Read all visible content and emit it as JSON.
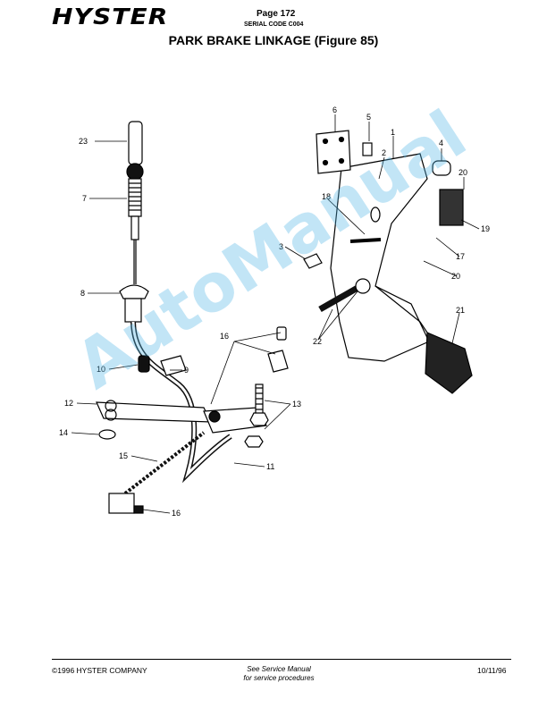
{
  "header": {
    "logo": "HYSTER",
    "page_label": "Page 172",
    "serial": "SERIAL CODE C004",
    "title": "PARK BRAKE LINKAGE (Figure 85)"
  },
  "figure": {
    "callouts": {
      "c23": "23",
      "c7": "7",
      "c8": "8",
      "c10": "10",
      "c9": "9",
      "c12": "12",
      "c14": "14",
      "c15": "15",
      "c16a": "16",
      "c16b": "16",
      "c11": "11",
      "c13": "13",
      "c6": "6",
      "c5": "5",
      "c1": "1",
      "c2": "2",
      "c4": "4",
      "c20a": "20",
      "c18": "18",
      "c19": "19",
      "c3": "3",
      "c17": "17",
      "c20b": "20",
      "c21": "21",
      "c22": "22"
    },
    "watermark": "AutoManual"
  },
  "footer": {
    "copyright": "©1996 HYSTER COMPANY",
    "reference_line1": "See Service Manual",
    "reference_line2": "for service procedures",
    "date": "10/11/96"
  }
}
